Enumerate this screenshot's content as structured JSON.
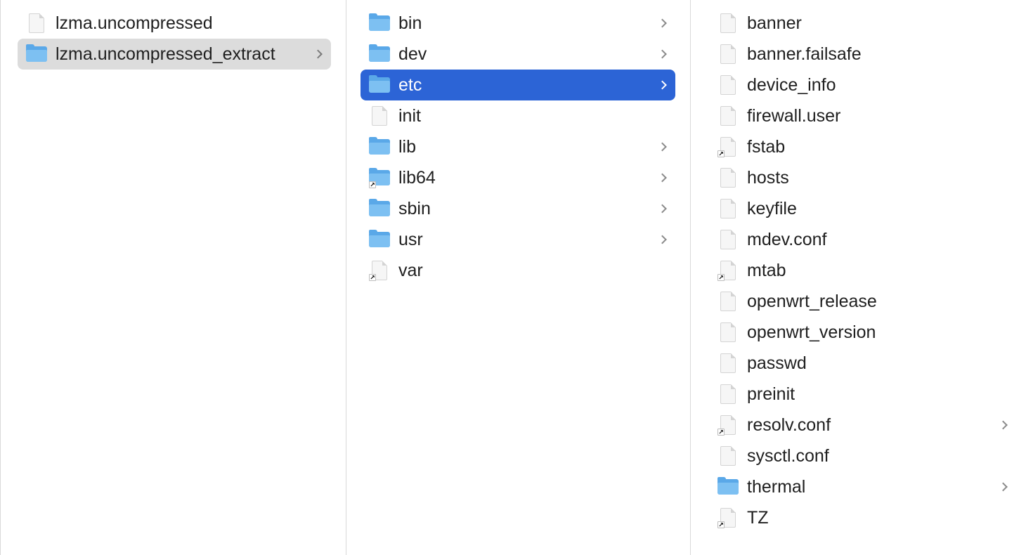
{
  "columns": [
    {
      "items": [
        {
          "name": "lzma.uncompressed",
          "kind": "file",
          "alias": false,
          "chevron": false,
          "state": "normal"
        },
        {
          "name": "lzma.uncompressed_extract",
          "kind": "folder",
          "alias": false,
          "chevron": true,
          "state": "selected-inactive"
        }
      ]
    },
    {
      "items": [
        {
          "name": "bin",
          "kind": "folder",
          "alias": false,
          "chevron": true,
          "state": "normal"
        },
        {
          "name": "dev",
          "kind": "folder",
          "alias": false,
          "chevron": true,
          "state": "normal"
        },
        {
          "name": "etc",
          "kind": "folder",
          "alias": false,
          "chevron": true,
          "state": "selected-active"
        },
        {
          "name": "init",
          "kind": "file",
          "alias": false,
          "chevron": false,
          "state": "normal"
        },
        {
          "name": "lib",
          "kind": "folder",
          "alias": false,
          "chevron": true,
          "state": "normal"
        },
        {
          "name": "lib64",
          "kind": "folder",
          "alias": true,
          "chevron": true,
          "state": "normal"
        },
        {
          "name": "sbin",
          "kind": "folder",
          "alias": false,
          "chevron": true,
          "state": "normal"
        },
        {
          "name": "usr",
          "kind": "folder",
          "alias": false,
          "chevron": true,
          "state": "normal"
        },
        {
          "name": "var",
          "kind": "file",
          "alias": true,
          "chevron": false,
          "state": "normal"
        }
      ]
    },
    {
      "items": [
        {
          "name": "banner",
          "kind": "file",
          "alias": false,
          "chevron": false,
          "state": "normal"
        },
        {
          "name": "banner.failsafe",
          "kind": "file",
          "alias": false,
          "chevron": false,
          "state": "normal"
        },
        {
          "name": "device_info",
          "kind": "file",
          "alias": false,
          "chevron": false,
          "state": "normal"
        },
        {
          "name": "firewall.user",
          "kind": "file",
          "alias": false,
          "chevron": false,
          "state": "normal"
        },
        {
          "name": "fstab",
          "kind": "file",
          "alias": true,
          "chevron": false,
          "state": "normal"
        },
        {
          "name": "hosts",
          "kind": "file",
          "alias": false,
          "chevron": false,
          "state": "normal"
        },
        {
          "name": "keyfile",
          "kind": "file",
          "alias": false,
          "chevron": false,
          "state": "normal"
        },
        {
          "name": "mdev.conf",
          "kind": "file",
          "alias": false,
          "chevron": false,
          "state": "normal"
        },
        {
          "name": "mtab",
          "kind": "file",
          "alias": true,
          "chevron": false,
          "state": "normal"
        },
        {
          "name": "openwrt_release",
          "kind": "file",
          "alias": false,
          "chevron": false,
          "state": "normal"
        },
        {
          "name": "openwrt_version",
          "kind": "file",
          "alias": false,
          "chevron": false,
          "state": "normal"
        },
        {
          "name": "passwd",
          "kind": "file",
          "alias": false,
          "chevron": false,
          "state": "normal"
        },
        {
          "name": "preinit",
          "kind": "file",
          "alias": false,
          "chevron": false,
          "state": "normal"
        },
        {
          "name": "resolv.conf",
          "kind": "file",
          "alias": true,
          "chevron": true,
          "state": "normal"
        },
        {
          "name": "sysctl.conf",
          "kind": "file",
          "alias": false,
          "chevron": false,
          "state": "normal"
        },
        {
          "name": "thermal",
          "kind": "folder",
          "alias": false,
          "chevron": true,
          "state": "normal"
        },
        {
          "name": "TZ",
          "kind": "file",
          "alias": true,
          "chevron": false,
          "state": "normal"
        }
      ]
    }
  ],
  "colors": {
    "selected_active_bg": "#2c64d6",
    "selected_inactive_bg": "#dcdcdc",
    "folder_color": "#7dc0f2",
    "text_color": "#1f1f1f"
  }
}
